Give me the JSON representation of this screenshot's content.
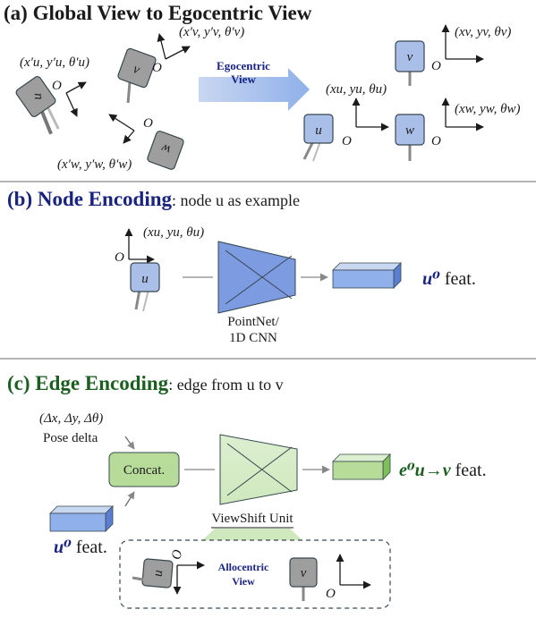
{
  "sections": {
    "a": {
      "title": "(a) Global View to Egocentric View",
      "arrow_label_line1": "Egocentric",
      "arrow_label_line2": "View",
      "nodes": {
        "u": "u",
        "v": "v",
        "w": "w"
      },
      "global_poses": {
        "u": "(x′u, y′u, θ′u)",
        "v": "(x′v, y′v, θ′v)",
        "w": "(x′w, y′w, θ′w)"
      },
      "ego_poses": {
        "u": "(xu, yu, θu)",
        "v": "(xv, yv, θv)",
        "w": "(xw, yw, θw)"
      },
      "origin_label": "O"
    },
    "b": {
      "title_bold": "(b) Node Encoding",
      "title_rest": ": node u as example",
      "pose": "(xu, yu, θu)",
      "encoder_line1": "PointNet/",
      "encoder_line2": "1D CNN",
      "feat_label_symbol": "u⁰",
      "feat_label_text": " feat."
    },
    "c": {
      "title_bold": "(c) Edge Encoding",
      "title_rest": ": edge from u to v",
      "delta": "(Δx, Δy, Δθ)",
      "pose_delta": "Pose delta",
      "concat": "Concat.",
      "out_feat_symbol": "e⁰u→v",
      "out_feat_text": " feat.",
      "in_feat_symbol": "u⁰",
      "in_feat_text": " feat.",
      "viewshift": "ViewShift Unit",
      "allocentric_line1": "Allocentric",
      "allocentric_line2": "View"
    }
  },
  "colors": {
    "navy": "#1a237e",
    "green": "#1b5e20",
    "node_gray": "#9e9e9e",
    "node_blue": "#a9bfe8",
    "encoder_blue": "#7d9be0",
    "edge_green": "#b7dc9a"
  }
}
